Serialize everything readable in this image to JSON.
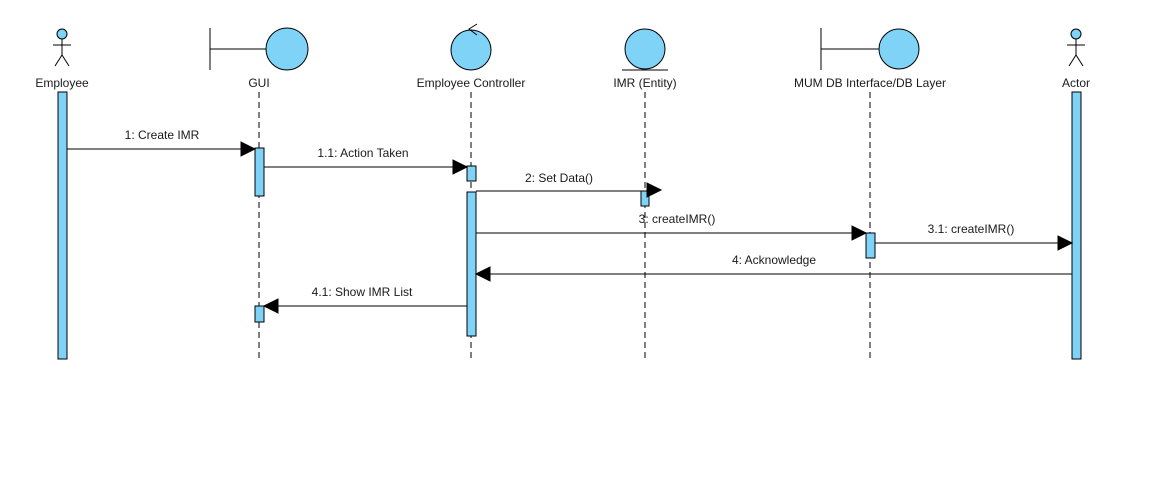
{
  "colors": {
    "fill": "#7fd3f7",
    "stroke": "#000000",
    "background": "#ffffff"
  },
  "participants": [
    {
      "id": "employee",
      "label": "Employee",
      "type": "actor",
      "icon": "actor-icon"
    },
    {
      "id": "gui",
      "label": "GUI",
      "type": "boundary",
      "icon": "boundary-icon"
    },
    {
      "id": "controller",
      "label": "Employee Controller",
      "type": "control",
      "icon": "control-icon"
    },
    {
      "id": "imr",
      "label": "IMR (Entity)",
      "type": "entity",
      "icon": "entity-icon"
    },
    {
      "id": "db",
      "label": "MUM DB Interface/DB Layer",
      "type": "boundary",
      "icon": "boundary-icon"
    },
    {
      "id": "actor",
      "label": "Actor",
      "type": "actor",
      "icon": "actor-icon"
    }
  ],
  "messages": [
    {
      "label": "1: Create IMR",
      "from": "employee",
      "to": "gui",
      "kind": "call"
    },
    {
      "label": "1.1: Action Taken",
      "from": "gui",
      "to": "controller",
      "kind": "call"
    },
    {
      "label": "2: Set Data()",
      "from": "controller",
      "to": "imr",
      "kind": "call"
    },
    {
      "label": "3: createIMR()",
      "from": "controller",
      "to": "db",
      "kind": "call"
    },
    {
      "label": "3.1: createIMR()",
      "from": "db",
      "to": "actor",
      "kind": "call"
    },
    {
      "label": "4: Acknowledge",
      "from": "actor",
      "to": "controller",
      "kind": "call"
    },
    {
      "label": "4.1: Show IMR List",
      "from": "controller",
      "to": "gui",
      "kind": "call"
    }
  ]
}
